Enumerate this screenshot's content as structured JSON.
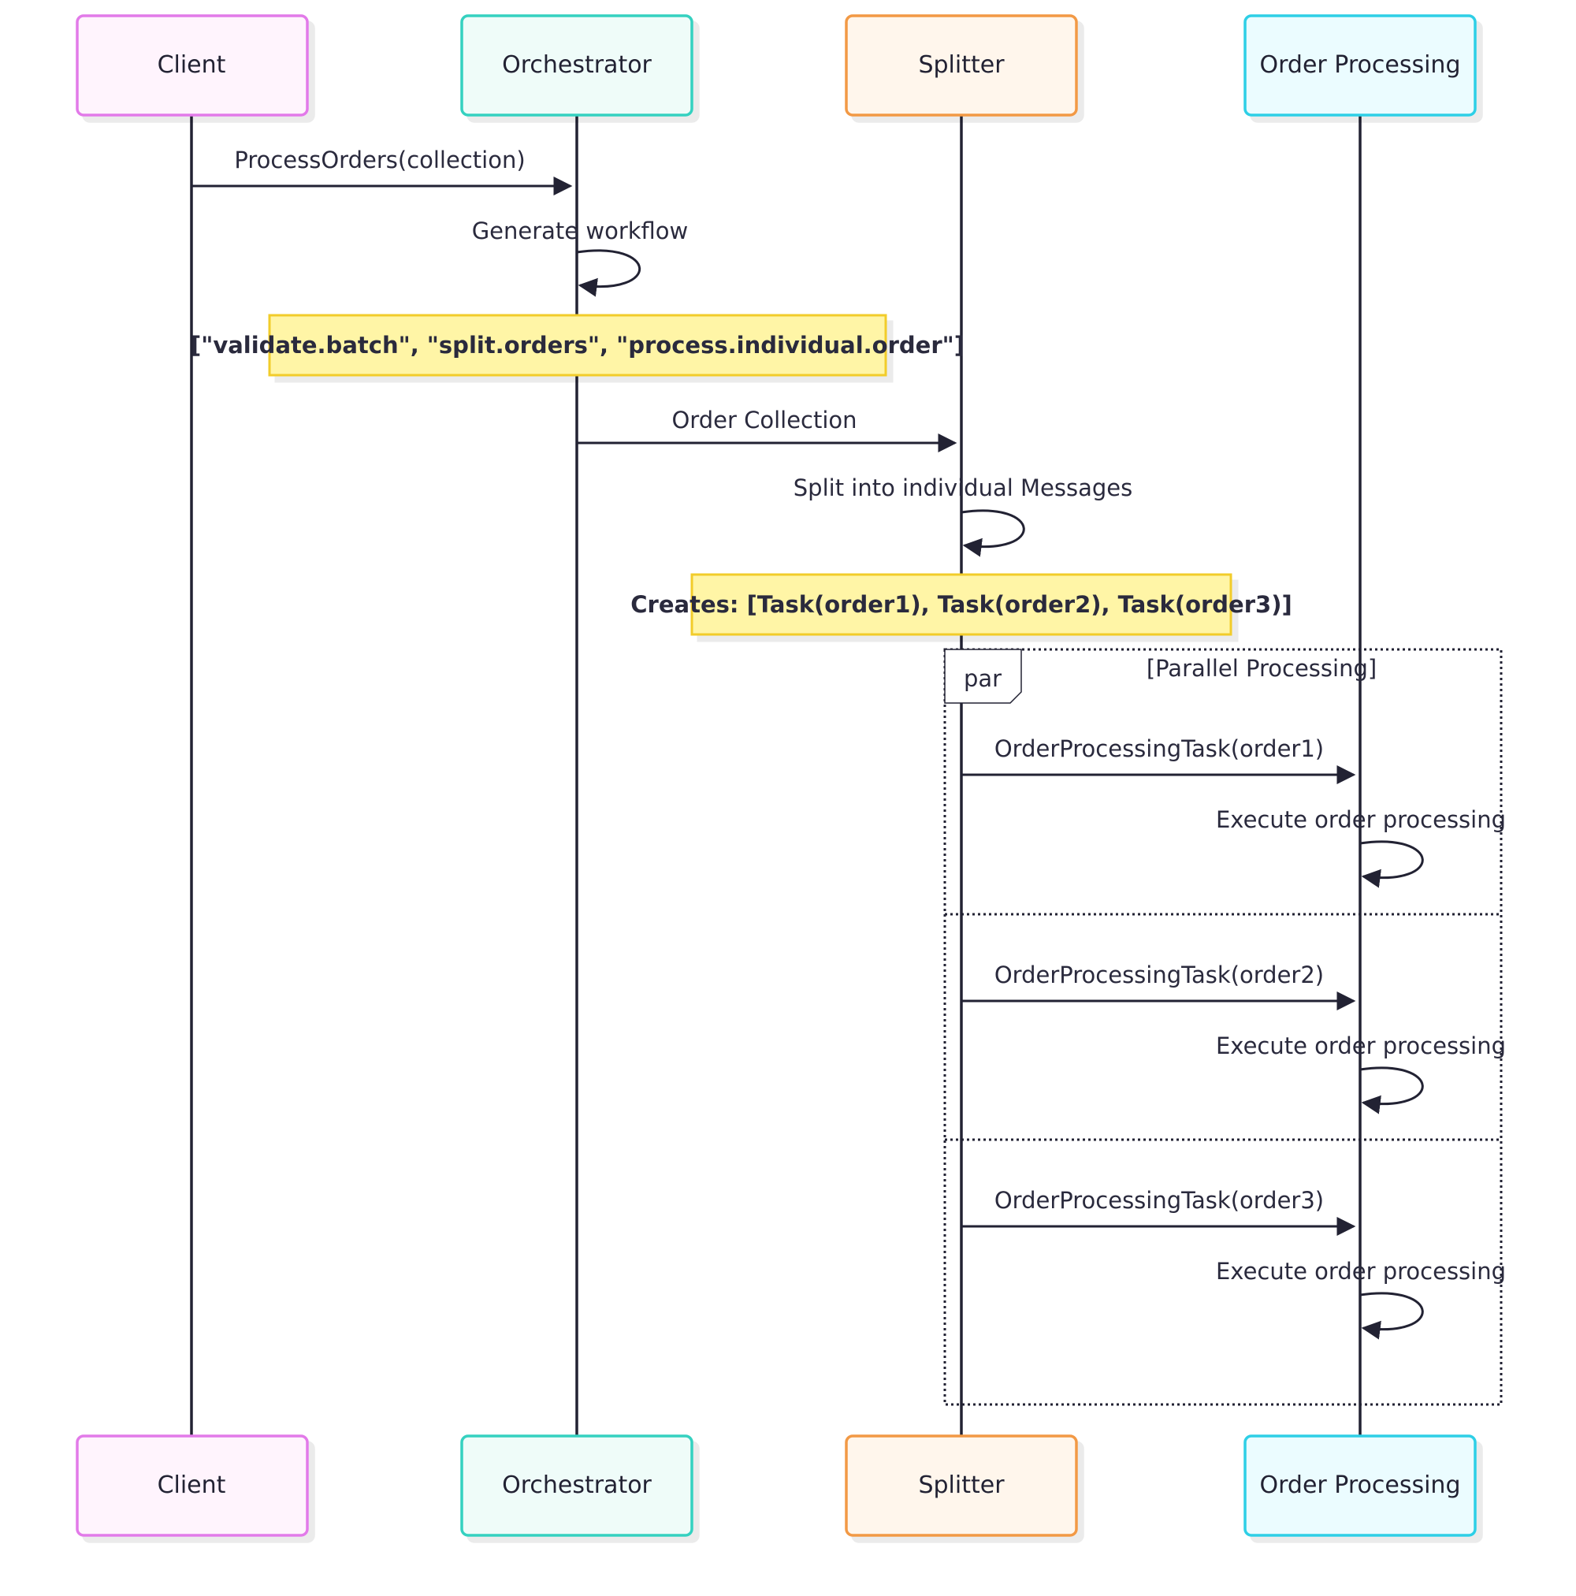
{
  "actors": [
    {
      "name": "Client",
      "border": "#e27ae9",
      "fill": "#fff4fd"
    },
    {
      "name": "Orchestrator",
      "border": "#35d1c0",
      "fill": "#effcf9"
    },
    {
      "name": "Splitter",
      "border": "#f29945",
      "fill": "#fff6ec"
    },
    {
      "name": "Order Processing",
      "border": "#2dcfe6",
      "fill": "#ebfcff"
    }
  ],
  "messages": {
    "process_orders": "ProcessOrders(collection)",
    "generate_workflow": "Generate workflow",
    "order_collection": "Order Collection",
    "split_messages": "Split into individual Messages",
    "task1": "OrderProcessingTask(order1)",
    "exec1": "Execute order processing",
    "task2": "OrderProcessingTask(order2)",
    "exec2": "Execute order processing",
    "task3": "OrderProcessingTask(order3)",
    "exec3": "Execute order processing"
  },
  "notes": {
    "workflow_steps": "[\"validate.batch\", \"split.orders\", \"process.individual.order\"]",
    "creates_tasks": "Creates: [Task(order1), Task(order2), Task(order3)]"
  },
  "par_block": {
    "keyword": "par",
    "label": "[Parallel Processing]"
  },
  "colors": {
    "note_fill": "#fff5a6",
    "note_border": "#f2cc2c",
    "line": "#222233"
  }
}
